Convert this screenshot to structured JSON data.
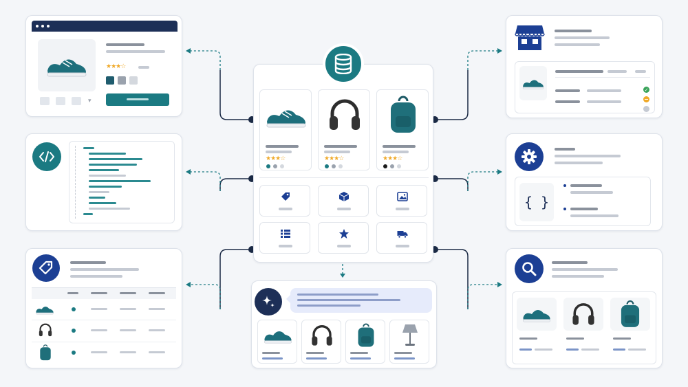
{
  "diagram": {
    "central_hub": {
      "icon": "database-icon",
      "products": [
        {
          "icon": "sneaker-icon",
          "rating": 3.5,
          "swatches": [
            "#1b7a82",
            "#9aa2ad",
            "#d4d8de"
          ]
        },
        {
          "icon": "headphones-icon",
          "rating": 3.5,
          "swatches": [
            "#1b7a82",
            "#9aa2ad",
            "#d4d8de"
          ]
        },
        {
          "icon": "backpack-icon",
          "rating": 3.5,
          "swatches": [
            "#1a1a1a",
            "#9aa2ad",
            "#d4d8de"
          ]
        }
      ],
      "feature_tiles": [
        "tag-icon",
        "cube-icon",
        "image-icon",
        "list-icon",
        "star-icon",
        "truck-icon"
      ]
    },
    "modules": {
      "product_page": {
        "icon": "sneaker-icon",
        "rating": 3.5,
        "swatches": [
          "#1f5c6e",
          "#9aa2ad",
          "#d4d8de"
        ],
        "button_color": "#1b7a82"
      },
      "code_view": {
        "icon": "code-icon"
      },
      "pricing_table": {
        "icon": "price-tag-icon",
        "rows": [
          "sneaker-icon",
          "headphones-icon",
          "backpack-icon"
        ]
      },
      "storefront": {
        "icon": "storefront-icon",
        "statuses": [
          "check",
          "minus",
          "neutral"
        ]
      },
      "settings": {
        "icon": "gear-icon",
        "glyph": "{ }"
      },
      "search": {
        "icon": "search-icon",
        "results": [
          "sneaker-icon",
          "headphones-icon",
          "backpack-icon"
        ]
      },
      "ai_recommendations": {
        "icon": "sparkle-icon",
        "results": [
          "sneaker-icon",
          "headphones-icon",
          "backpack-icon",
          "lamp-icon"
        ]
      }
    },
    "colors": {
      "navy": "#1c3f94",
      "teal": "#1b7a82",
      "connector": "#1b2a45",
      "star": "#f0a928"
    }
  }
}
